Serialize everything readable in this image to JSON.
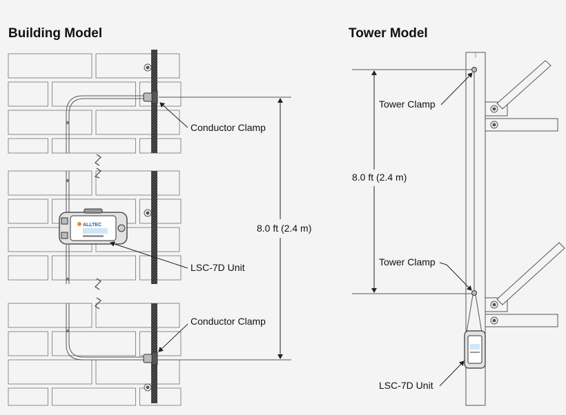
{
  "building": {
    "title": "Building Model",
    "conductor_clamp_top": "Conductor Clamp",
    "unit_label": "LSC-7D Unit",
    "conductor_clamp_bottom": "Conductor Clamp",
    "dimension": "8.0 ft (2.4 m)",
    "unit_brand": "ALLTEC"
  },
  "tower": {
    "title": "Tower Model",
    "tower_clamp_top": "Tower Clamp",
    "dimension": "8.0 ft (2.4 m)",
    "tower_clamp_bottom": "Tower Clamp",
    "unit_label": "LSC-7D Unit"
  }
}
